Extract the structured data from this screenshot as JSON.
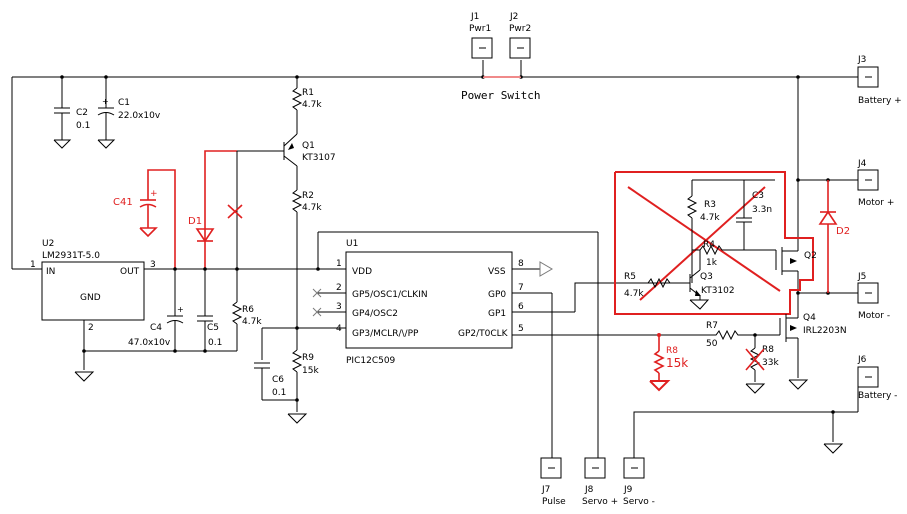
{
  "labels": {
    "J1": "J1",
    "J1n": "Pwr1",
    "J2": "J2",
    "J2n": "Pwr2",
    "J3": "J3",
    "J3n": "Battery +",
    "J4": "J4",
    "J4n": "Motor +",
    "J5": "J5",
    "J5n": "Motor -",
    "J6": "J6",
    "J6n": "Battery -",
    "J7": "J7",
    "J7n": "Pulse",
    "J8": "J8",
    "J8n": "Servo +",
    "J9": "J9",
    "J9n": "Servo -",
    "pin1": "1",
    "power_switch": "Power Switch",
    "C1": "C1",
    "C1v": "22.0x10v",
    "C2": "C2",
    "C2v": "0.1",
    "C3": "C3",
    "C3v": "3.3n",
    "C4": "C4",
    "C4v": "47.0x10v",
    "C5": "C5",
    "C5v": "0.1",
    "C6": "C6",
    "C6v": "0.1",
    "C41": "C41",
    "R1": "R1",
    "R1v": "4.7k",
    "R2": "R2",
    "R2v": "4.7k",
    "R3": "R3",
    "R3v": "4.7k",
    "R4": "R4",
    "R4v": "1k",
    "R5": "R5",
    "R5v": "4.7k",
    "R6": "R6",
    "R6v": "4.7k",
    "R7": "R7",
    "R7v": "50",
    "R8a": "R8",
    "R8av": "15k",
    "R8b": "R8",
    "R8bv": "33k",
    "R9": "R9",
    "R9v": "15k",
    "Q1": "Q1",
    "Q1v": "KT3107",
    "Q2": "Q2",
    "Q3": "Q3",
    "Q3v": "KT3102",
    "Q4": "Q4",
    "Q4v": "IRL2203N",
    "D1": "D1",
    "D2": "D2",
    "U1": "U1",
    "U1v": "PIC12C509",
    "U2": "U2",
    "U2v": "LM2931T-5.0",
    "u2_in": "IN",
    "u2_out": "OUT",
    "u2_gnd": "GND",
    "u2_p1": "1",
    "u2_p2": "2",
    "u2_p3": "3",
    "u1_vdd": "VDD",
    "u1_gp5": "GP5/OSC1/CLKIN",
    "u1_gp4": "GP4/OSC2",
    "u1_gp3": "GP3/MCLR/\\/PP",
    "u1_vss": "VSS",
    "u1_gp0": "GP0",
    "u1_gp1": "GP1",
    "u1_gp2": "GP2/T0CLK",
    "u1_p1": "1",
    "u1_p2": "2",
    "u1_p3": "3",
    "u1_p4": "4",
    "u1_p5": "5",
    "u1_p6": "6",
    "u1_p7": "7",
    "u1_p8": "8"
  }
}
